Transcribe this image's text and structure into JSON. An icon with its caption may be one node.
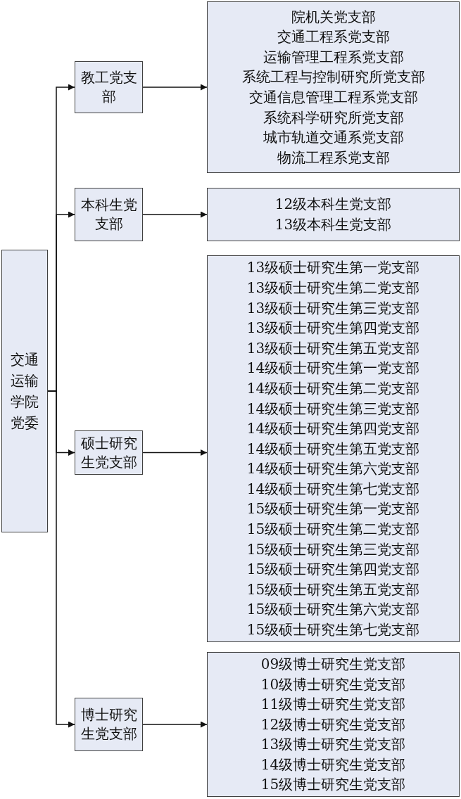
{
  "diagram": {
    "nodes": [
      {
        "text": [
          "交通运输学院党委"
        ]
      },
      {
        "text": [
          "教工党支部"
        ]
      },
      {
        "text": [
          "院机关党支部",
          "交通工程系党支部",
          "运输管理工程系党支部",
          "系统工程与控制研究所党支部",
          "交通信息管理工程系党支部",
          "系统科学研究所党支部",
          "城市轨道交通系党支部",
          "物流工程系党支部"
        ]
      },
      {
        "text": [
          "本科生党支部"
        ]
      },
      {
        "text": [
          "12级本科生党支部",
          "13级本科生党支部"
        ]
      },
      {
        "text": [
          "硕士研究生党支部"
        ]
      },
      {
        "text": [
          "13级硕士研究生第一党支部",
          "13级硕士研究生第二党支部",
          "13级硕士研究生第三党支部",
          "13级硕士研究生第四党支部",
          "13级硕士研究生第五党支部",
          "14级硕士研究生第一党支部",
          "14级硕士研究生第二党支部",
          "14级硕士研究生第三党支部",
          "14级硕士研究生第四党支部",
          "14级硕士研究生第五党支部",
          "14级硕士研究生第六党支部",
          "14级硕士研究生第七党支部",
          "15级硕士研究生第一党支部",
          "15级硕士研究生第二党支部",
          "15级硕士研究生第三党支部",
          "15级硕士研究生第四党支部",
          "15级硕士研究生第五党支部",
          "15级硕士研究生第六党支部",
          "15级硕士研究生第七党支部"
        ]
      },
      {
        "text": [
          "博士研究生党支部"
        ]
      },
      {
        "text": [
          "09级博士研究生党支部",
          "10级博士研究生党支部",
          "11级博士研究生党支部",
          "12级博士研究生党支部",
          "13级博士研究生党支部",
          "14级博士研究生党支部",
          "15级博士研究生党支部"
        ]
      }
    ],
    "edges": [
      {
        "from": 0,
        "to": 1,
        "arrow": "to"
      },
      {
        "from": 0,
        "to": 3,
        "arrow": "to"
      },
      {
        "from": 0,
        "to": 5,
        "arrow": "to"
      },
      {
        "from": 0,
        "to": 7,
        "arrow": "to"
      },
      {
        "from": 1,
        "to": 2,
        "arrow": "to"
      },
      {
        "from": 3,
        "to": 4,
        "arrow": "to"
      },
      {
        "from": 5,
        "to": 6,
        "arrow": "to"
      },
      {
        "from": 7,
        "to": 8,
        "arrow": "to"
      }
    ]
  }
}
